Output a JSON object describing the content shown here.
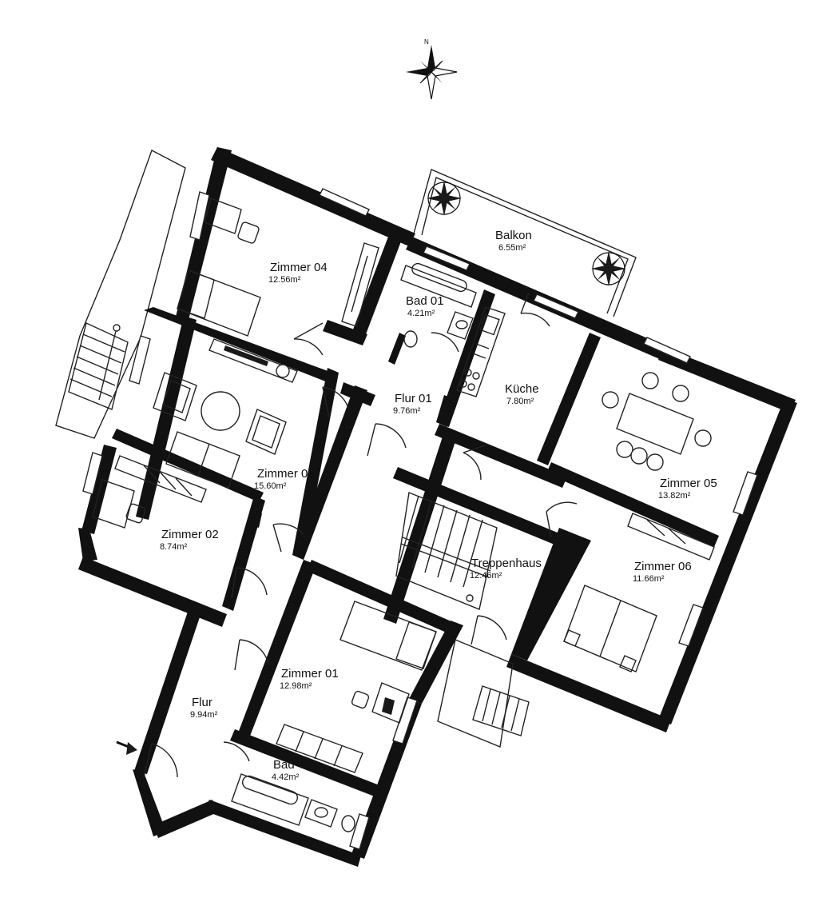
{
  "north_label": "N",
  "rooms": [
    {
      "id": "zimmer04",
      "name": "Zimmer 04",
      "area": "12.56m²"
    },
    {
      "id": "balkon",
      "name": "Balkon",
      "area": "6.55m²"
    },
    {
      "id": "bad01",
      "name": "Bad 01",
      "area": "4.21m²"
    },
    {
      "id": "kueche",
      "name": "Küche",
      "area": "7.80m²"
    },
    {
      "id": "zimmer05",
      "name": "Zimmer 05",
      "area": "13.82m²"
    },
    {
      "id": "flur01",
      "name": "Flur 01",
      "area": "9.76m²"
    },
    {
      "id": "zimmer03",
      "name": "Zimmer 03",
      "area": "15.60m²"
    },
    {
      "id": "zimmer02",
      "name": "Zimmer 02",
      "area": "8.74m²"
    },
    {
      "id": "treppenhaus",
      "name": "Treppenhaus",
      "area": "12.46m²"
    },
    {
      "id": "zimmer06",
      "name": "Zimmer 06",
      "area": "11.66m²"
    },
    {
      "id": "zimmer01",
      "name": "Zimmer 01",
      "area": "12.98m²"
    },
    {
      "id": "flur",
      "name": "Flur",
      "area": "9.94m²"
    },
    {
      "id": "bad",
      "name": "Bad",
      "area": "4.42m²"
    }
  ]
}
